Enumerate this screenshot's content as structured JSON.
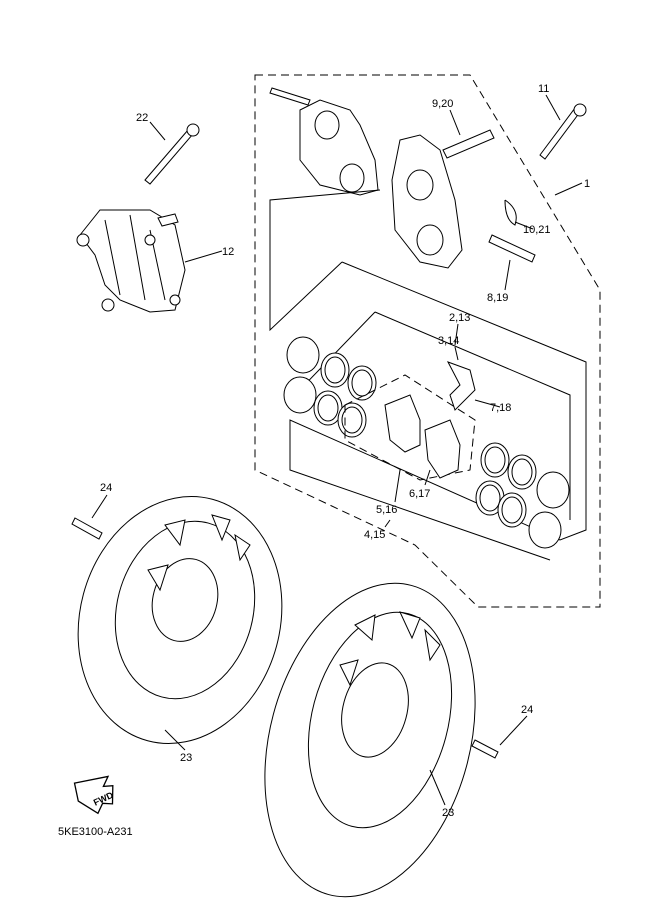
{
  "diagram_code": "5KE3100-A231",
  "fwd_label": "FWD",
  "callouts": {
    "c22": "22",
    "c12": "12",
    "c9_20": "9,20",
    "c11": "11",
    "c1": "1",
    "c10_21": "10,21",
    "c8_19": "8,19",
    "c2_13": "2,13",
    "c3_14": "3,14",
    "c7_18": "7,18",
    "c6_17": "6,17",
    "c5_16": "5,16",
    "c4_15": "4,15",
    "c24a": "24",
    "c23a": "23",
    "c24b": "24",
    "c23b": "23"
  }
}
